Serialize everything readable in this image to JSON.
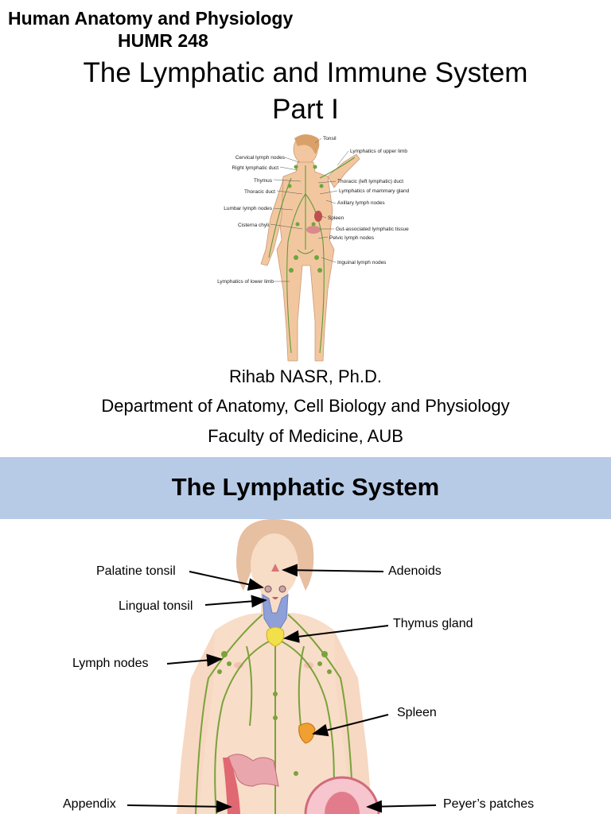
{
  "slide1": {
    "course_title": "Human Anatomy and Physiology",
    "course_code": "HUMR 248",
    "title_line1": "The Lymphatic and Immune System",
    "title_line2": "Part I",
    "figure_labels_left": [
      "Cervical lymph nodes",
      "Right lymphatic duct",
      "Thymus",
      "Thoracic duct",
      "Lumbar lymph nodes",
      "Cisterna chyli",
      "Lymphatics of lower limb"
    ],
    "figure_labels_right": [
      "Tonsil",
      "Lymphatics of upper limb",
      "Thoracic (left lymphatic) duct",
      "Lymphatics of mammary gland",
      "Axillary lymph nodes",
      "Spleen",
      "Gut-associated lymphatic tissue",
      "Pelvic lymph nodes",
      "Inguinal lymph nodes"
    ],
    "author": "Rihab NASR, Ph.D.",
    "department": "Department of Anatomy, Cell Biology and Physiology",
    "faculty": "Faculty of Medicine, AUB"
  },
  "slide2": {
    "title": "The Lymphatic System",
    "labels": {
      "palatine_tonsil": "Palatine tonsil",
      "lingual_tonsil": "Lingual tonsil",
      "lymph_nodes": "Lymph nodes",
      "appendix": "Appendix",
      "adenoids": "Adenoids",
      "thymus_gland": "Thymus gland",
      "spleen": "Spleen",
      "peyers_patches": "Peyer’s patches"
    }
  },
  "colors": {
    "banner": "#b7cbe7",
    "skin": "#f4d2b5",
    "hair": "#e6b99a",
    "lymph_green": "#7aa23a",
    "spleen": "#f0a030",
    "thymus": "#f2e04a",
    "gut": "#e8a0a8"
  }
}
